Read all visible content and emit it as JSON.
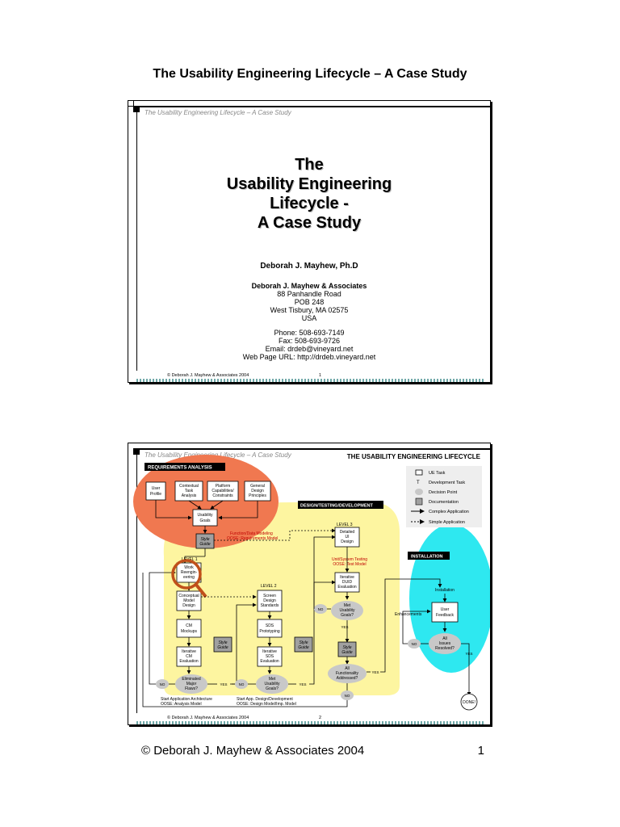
{
  "page": {
    "header": "The Usability Engineering Lifecycle – A Case Study",
    "footer_copyright": "© Deborah J. Mayhew & Associates  2004",
    "footer_page": "1"
  },
  "slide1": {
    "subtitle": "The Usability Engineering Lifecycle – A Case Study",
    "title_lines": [
      "The",
      "Usability Engineering",
      "Lifecycle -",
      "A Case Study"
    ],
    "author": "Deborah J. Mayhew, Ph.D",
    "org_name": "Deborah J. Mayhew & Associates",
    "address": [
      "88 Panhandle Road",
      "POB 248",
      "West Tisbury, MA  02575",
      "USA"
    ],
    "contact": [
      "Phone:  508-693-7149",
      "Fax:  508-693-9726",
      "Email:  drdeb@vineyard.net",
      "Web Page URL: http://drdeb.vineyard.net"
    ],
    "footer_copyright": "© Deborah J. Mayhew & Associates 2004",
    "footer_number": "1"
  },
  "slide2": {
    "subtitle": "The Usability Engineering Lifecycle – A Case Study",
    "heading": "THE USABILITY ENGINEERING LIFECYCLE",
    "legend": [
      "UE Task",
      "Development  Task",
      "Decision Point",
      "Documentation",
      "Complex Application",
      "Simple Application"
    ],
    "legend_t": "T",
    "phases": {
      "requirements": "REQUIREMENTS ANALYSIS",
      "design": "DESIGN/TESTING/DEVELOPMENT",
      "installation": "INSTALLATION"
    },
    "levels": {
      "l1": "LEVEL 1",
      "l2": "LEVEL 2",
      "l3": "LEVEL 3"
    },
    "req_boxes": {
      "user_profile": [
        "User",
        "Profile"
      ],
      "contextual": [
        "Contextual",
        "Task",
        "Analysis"
      ],
      "platform": [
        "Platform",
        "Capabilities/",
        "Constraints"
      ],
      "general": [
        "General",
        "Design",
        "Principles"
      ],
      "goals": [
        "Usability",
        "Goals"
      ]
    },
    "style_guide": [
      "Style",
      "Guide"
    ],
    "function_model": [
      "Function/Data Modeling",
      "OOSE:  Requirements Model"
    ],
    "level1": {
      "work": [
        "Work",
        "Reengin-",
        "eering"
      ],
      "model": [
        "Conceptual",
        "Model",
        "Design"
      ],
      "mockups": [
        "CM",
        "Mockups"
      ],
      "eval": [
        "Iterative",
        "CM",
        "Evaluation"
      ],
      "decision": [
        "Eliminated",
        "Major",
        "Flaws?"
      ],
      "start": [
        "Start  Application Architecture",
        "OOSE:  Analysis Model"
      ]
    },
    "level2": {
      "standards": [
        "Screen",
        "Design",
        "Standards"
      ],
      "prototyping": [
        "SDS",
        "Prototyping"
      ],
      "eval": [
        "Iterative",
        "SDS",
        "Evaluation"
      ],
      "decision": [
        "Met",
        "Usability",
        "Goals?"
      ],
      "start": [
        "Start  App. Design/Development",
        "OOSE:  Design Model/Imp. Model"
      ]
    },
    "level3": {
      "detailed": [
        "Detailed",
        "UI",
        "Design"
      ],
      "unit": [
        "Unit/System Testing",
        "OOSE:  Test Model"
      ],
      "eval": [
        "Iterative",
        "DUID",
        "Evaluation"
      ],
      "decision": [
        "Met",
        "Usability",
        "Goals?"
      ],
      "all": [
        "All",
        "Functionality",
        "Addressed?"
      ]
    },
    "install": {
      "installation": "Installation",
      "feedback": [
        "User",
        "Feedback"
      ],
      "enhancements": "Enhancements",
      "issues": [
        "All",
        "Issues",
        "Resolved?"
      ],
      "done": "DONE!"
    },
    "yes": "YES",
    "no": "NO",
    "footer_copyright": "© Deborah J. Mayhew & Associates 2004",
    "footer_number": "2"
  },
  "colors": {
    "requirements_fill": "#f07850",
    "design_fill": "#fdf5a0",
    "installation_fill": "#2ee8f0",
    "magnifier": "#c0501a",
    "decision_fill": "#c8c8c8",
    "doc_fill": "#a0a0a0"
  }
}
